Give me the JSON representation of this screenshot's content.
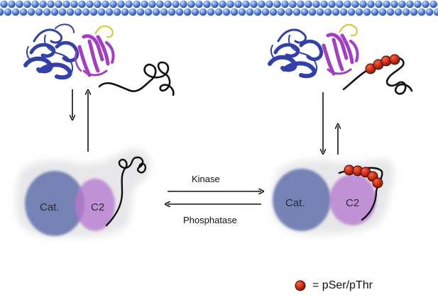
{
  "labels": {
    "kinase": "Kinase",
    "phosphatase": "Phosphatase",
    "cat_left": "Cat.",
    "c2_left": "C2",
    "cat_right": "Cat.",
    "c2_right": "C2"
  },
  "legend": {
    "text": "= pSer/pThr"
  },
  "colors": {
    "membrane": "#3a68c8",
    "catalytic_domain": "#5a6aa8",
    "c2_domain": "#b77ad0",
    "phospho_site": "#cc2a14",
    "ribbon_blue": "#3340a8",
    "ribbon_purple": "#a43ec0"
  }
}
